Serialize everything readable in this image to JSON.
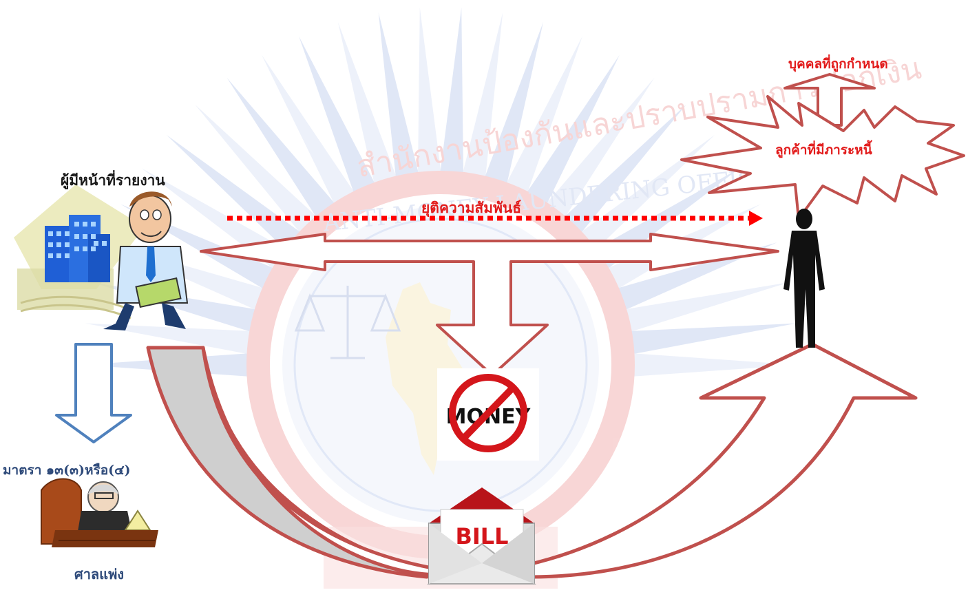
{
  "labels": {
    "reporter": "ผู้มีหน้าที่รายงาน",
    "terminate_relationship": "ยุติความสัมพันธ์",
    "designated_person": "บุคคลที่ถูกกำหนด",
    "indebted_customer": "ลูกค้าที่มีภาระหนี้",
    "section": "มาตรา ๑๓(๓)หรือ(๔)",
    "civil_court": "ศาลแพ่ง"
  },
  "icons": {
    "money_sign": "MONEY",
    "bill": "BILL"
  },
  "watermark": {
    "top_arc_text": "สำนักงานป้องกันและปราบปรามการฟอกเงิน",
    "inner_arc_text": "ANTI-MONEY LAUNDERING OFFICE"
  },
  "colors": {
    "arrow_outline": "#c0504d",
    "dotted_arrow": "#ff0000",
    "label_red": "#e21b1b",
    "label_blue": "#2e4a7a",
    "down_arrow_blue": "#4f81bd"
  }
}
